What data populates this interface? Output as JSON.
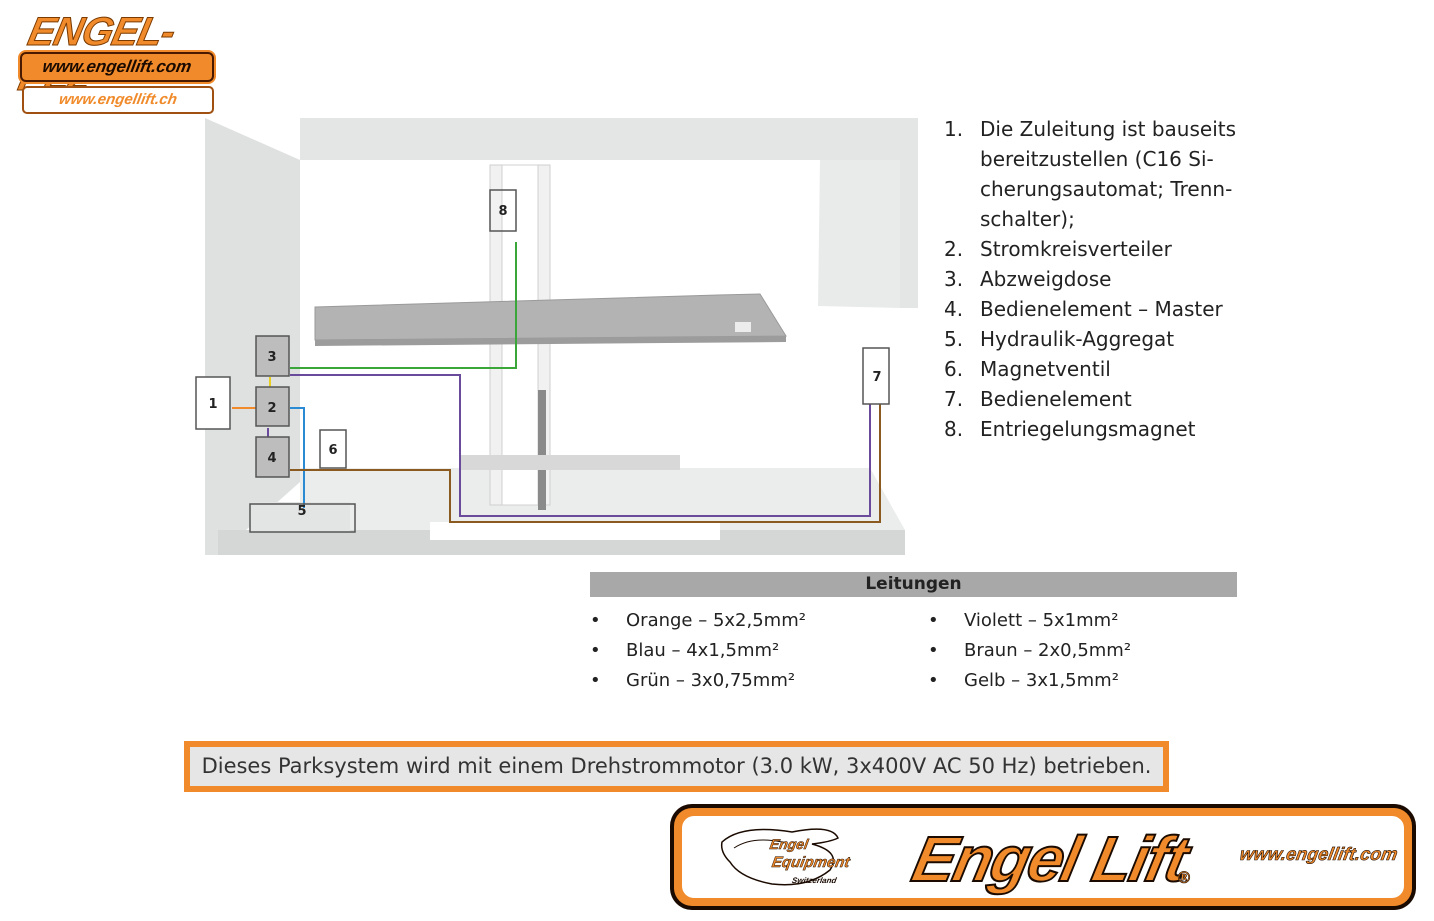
{
  "header_logo": {
    "title": "ENGEL-PL2",
    "url_com": "www.engellift.com",
    "url_ch": "www.engellift.ch"
  },
  "diagram": {
    "labels": [
      "1",
      "2",
      "3",
      "4",
      "5",
      "6",
      "7",
      "8"
    ]
  },
  "legend": [
    {
      "num": "1.",
      "text": "Die Zuleitung ist bauseits bereitzustellen (C16 Si­cherungsautomat; Trenn­schalter);"
    },
    {
      "num": "2.",
      "text": "Stromkreisverteiler"
    },
    {
      "num": "3.",
      "text": "Abzweigdose"
    },
    {
      "num": "4.",
      "text": "Bedienelement – Master"
    },
    {
      "num": "5.",
      "text": "Hydraulik-Aggregat"
    },
    {
      "num": "6.",
      "text": "Magnetventil"
    },
    {
      "num": "7.",
      "text": "Bedienelement"
    },
    {
      "num": "8.",
      "text": "Entriegelungsmagnet"
    }
  ],
  "leitungen": {
    "title": "Leitungen",
    "col1": [
      "Orange – 5x2,5mm²",
      "Blau – 4x1,5mm²",
      "Grün – 3x0,75mm²"
    ],
    "col2": [
      "Violett  – 5x1mm²",
      "Braun – 2x0,5mm²",
      "Gelb – 3x1,5mm²"
    ]
  },
  "motor_note": "Dieses Parksystem wird mit einem Drehstrommotor (3.0 kW, 3x400V AC 50 Hz) betrieben.",
  "footer_logo": {
    "brand": "Engel Lift",
    "reg": "®",
    "url": "www.engellift.com",
    "equip_line1": "Engel",
    "equip_line2": "Equipment",
    "equip_line3": "Switzerland"
  },
  "colors": {
    "orange": "#f08a2a",
    "blue": "#2a8ad4",
    "green": "#3aa63a",
    "violet": "#6a4a9a",
    "brown": "#8a5a20",
    "yellow": "#e8d020",
    "legend_header": "#a8a8a8"
  }
}
